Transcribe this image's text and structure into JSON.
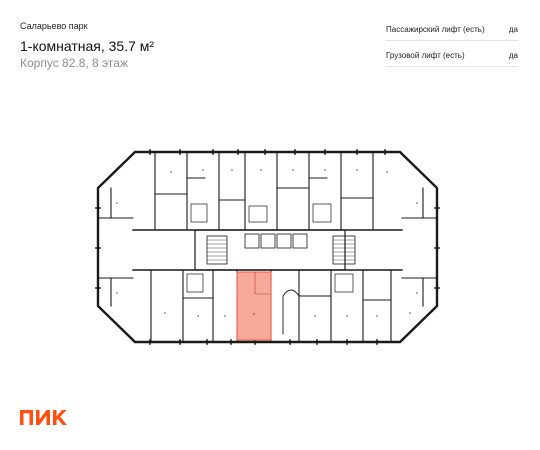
{
  "header": {
    "project": "Саларьево парк",
    "title": "1-комнатная, 35.7 м²",
    "subtitle": "Корпус 82.8, 8 этаж"
  },
  "specs": [
    {
      "label": "Пассажирский лифт (есть)",
      "value": "да"
    },
    {
      "label": "Грузовой лифт (есть)",
      "value": "да"
    }
  ],
  "logo": {
    "text": "ПИК",
    "color": "#ff4f12"
  },
  "colors": {
    "highlight": "#f7a898",
    "highlight_stroke": "#e8604a",
    "wall": "#1a1a1a"
  }
}
